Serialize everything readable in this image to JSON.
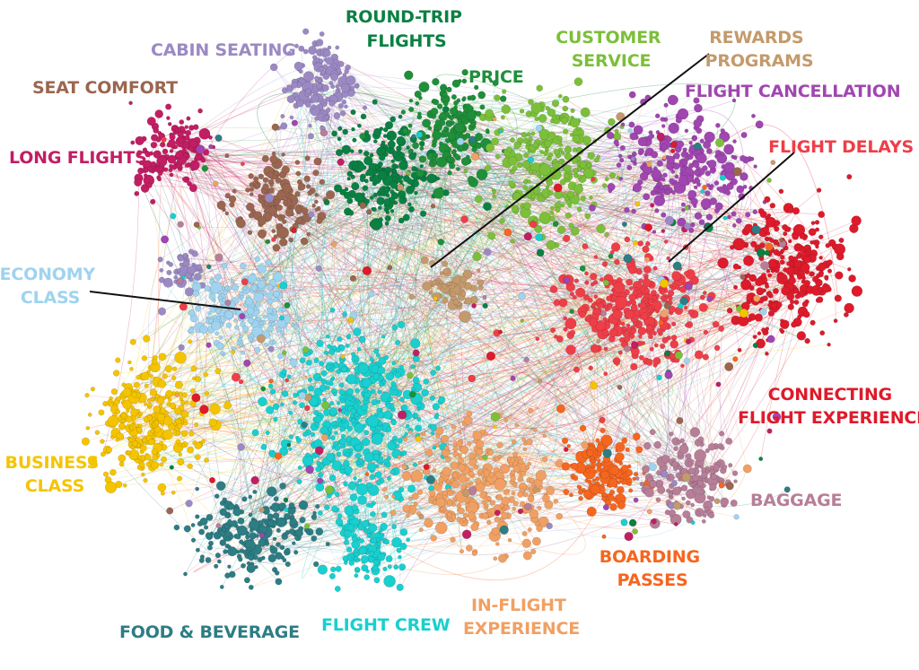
{
  "clusters": [
    {
      "id": "cabin-seating",
      "label": "CABIN SEATING",
      "color": "#9b89c4"
    },
    {
      "id": "round-trip-flights",
      "label": "ROUND-TRIP FLIGHTS",
      "color": "#0b8043"
    },
    {
      "id": "price",
      "label": "PRICE",
      "color": "#1f8f3a"
    },
    {
      "id": "customer-service",
      "label": "CUSTOMER SERVICE",
      "color": "#7cbf3a"
    },
    {
      "id": "rewards-programs",
      "label": "REWARDS PROGRAMS",
      "color": "#c49a6c"
    },
    {
      "id": "flight-cancellation",
      "label": "FLIGHT CANCELLATION",
      "color": "#a046b0"
    },
    {
      "id": "flight-delays",
      "label": "FLIGHT DELAYS",
      "color": "#ee3e48"
    },
    {
      "id": "seat-comfort",
      "label": "SEAT COMFORT",
      "color": "#9a6650"
    },
    {
      "id": "long-flights",
      "label": "LONG FLIGHTS",
      "color": "#c21e63"
    },
    {
      "id": "economy-class",
      "label": "ECONOMY CLASS",
      "color": "#9fd3ef"
    },
    {
      "id": "connecting-flight-experience",
      "label": "CONNECTING FLIGHT EXPERIENCE",
      "color": "#dd1b2b"
    },
    {
      "id": "business-class",
      "label": "BUSINESS CLASS",
      "color": "#f5c400"
    },
    {
      "id": "baggage",
      "label": "BAGGAGE",
      "color": "#b77e98"
    },
    {
      "id": "boarding-passes",
      "label": "BOARDING PASSES",
      "color": "#f5661f"
    },
    {
      "id": "in-flight-experience",
      "label": "IN-FLIGHT EXPERIENCE",
      "color": "#f0a064"
    },
    {
      "id": "flight-crew",
      "label": "FLIGHT CREW",
      "color": "#19cfcf"
    },
    {
      "id": "food-beverage",
      "label": "FOOD & BEVERAGE",
      "color": "#2d7d84"
    }
  ]
}
